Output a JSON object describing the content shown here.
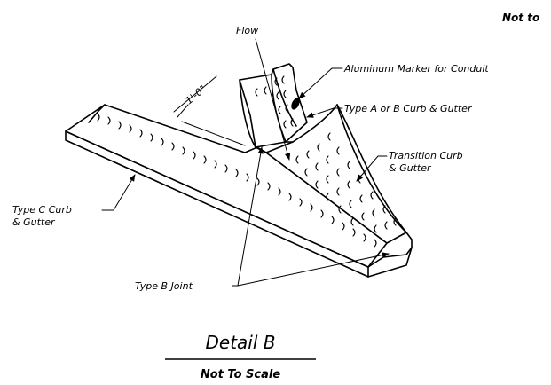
{
  "labels": {
    "not_to_scale_top": "Not to",
    "flow": "Flow",
    "aluminum_marker": "Aluminum Marker for Conduit",
    "type_a_b": "Type A or B Curb & Gutter",
    "transition_line1": "Transition Curb",
    "transition_line2": "& Gutter",
    "type_c_line1": "Type C Curb",
    "type_c_line2": "& Gutter",
    "dimension": "1'-0\"",
    "type_b_joint": "Type B Joint"
  },
  "title_block": {
    "title": "Detail B",
    "subtitle": "Not To Scale"
  }
}
